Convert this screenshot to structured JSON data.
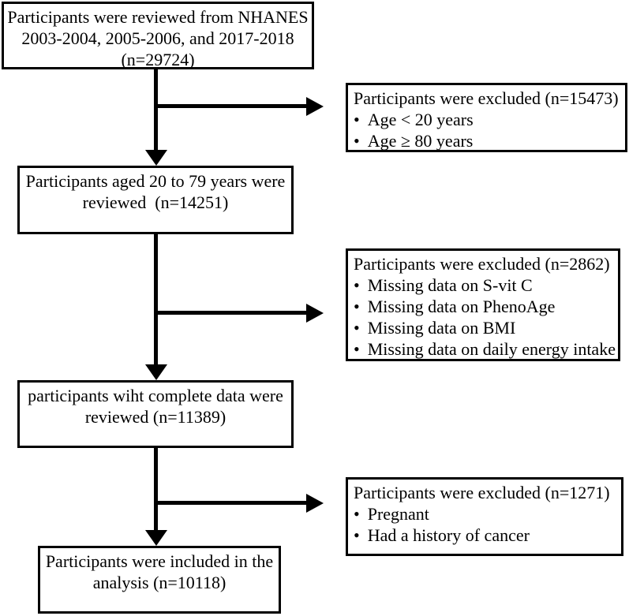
{
  "diagram": {
    "type": "participant-flow-diagram",
    "marker": "•",
    "colors": {
      "line": "#000000",
      "text": "#000000",
      "background": "#ffffff"
    },
    "boxes": [
      {
        "id": "nhanes-review",
        "lines": [
          "Participants were reviewed from NHANES",
          "2003-2004, 2005-2006, and 2017-2018",
          "(n=29724)"
        ]
      },
      {
        "id": "age-20-79-reviewed",
        "lines": [
          "Participants aged 20 to 79 years were",
          "reviewed  (n=14251)"
        ]
      },
      {
        "id": "complete-data-reviewed",
        "lines": [
          "participants wiht complete data were",
          "reviewed (n=11389)"
        ]
      },
      {
        "id": "included-in-analysis",
        "lines": [
          "Participants were included in the",
          "analysis (n=10118)"
        ]
      }
    ],
    "exclusions": [
      {
        "header": "Participants were excluded (n=15473)",
        "bullets": [
          "Age < 20 years",
          "Age ≥ 80 years"
        ]
      },
      {
        "header": "Participants were excluded (n=2862)",
        "bullets": [
          "Missing data on S-vit C",
          "Missing data on PhenoAge",
          "Missing data on BMI",
          "Missing data on daily energy intake"
        ]
      },
      {
        "header": "Participants were excluded (n=1271)",
        "bullets": [
          "Pregnant",
          "Had a history of cancer"
        ]
      }
    ]
  }
}
